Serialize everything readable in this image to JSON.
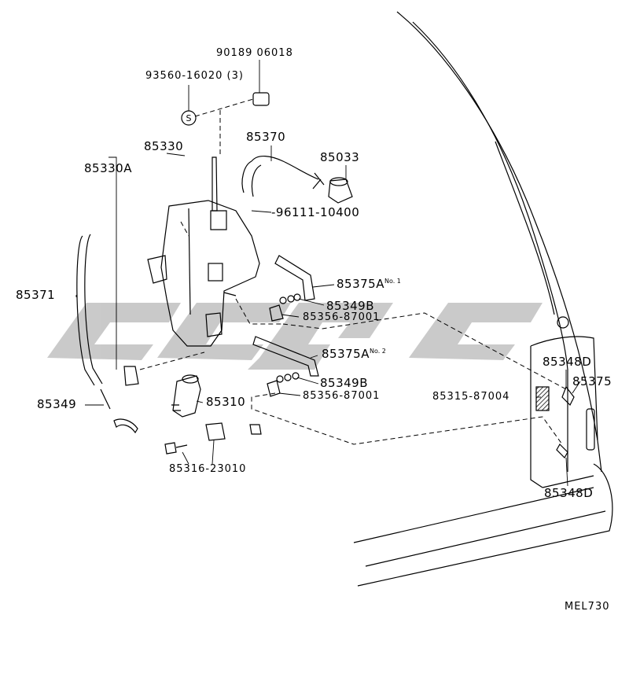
{
  "diagram": {
    "code": "MEL730",
    "parts": [
      {
        "id": "p1",
        "number": "90189 06018"
      },
      {
        "id": "p2",
        "number": "93560-16020 (3)"
      },
      {
        "id": "p3",
        "number": "85330"
      },
      {
        "id": "p4",
        "number": "85330A"
      },
      {
        "id": "p5",
        "number": "85370"
      },
      {
        "id": "p6",
        "number": "85033"
      },
      {
        "id": "p7",
        "number": "-96111-10400"
      },
      {
        "id": "p8",
        "number": "85375A",
        "note": "No. 1"
      },
      {
        "id": "p9",
        "number": "85349B"
      },
      {
        "id": "p10",
        "number": "85356-87001"
      },
      {
        "id": "p11",
        "number": "85375A",
        "note": "No. 2"
      },
      {
        "id": "p12",
        "number": "85349B"
      },
      {
        "id": "p13",
        "number": "85356-87001"
      },
      {
        "id": "p14",
        "number": "85371"
      },
      {
        "id": "p15",
        "number": "85349"
      },
      {
        "id": "p16",
        "number": "85310"
      },
      {
        "id": "p17",
        "number": "85316-23010"
      },
      {
        "id": "p18",
        "number": "85348D"
      },
      {
        "id": "p19",
        "number": "85375"
      },
      {
        "id": "p20",
        "number": "85315-87004"
      },
      {
        "id": "p21",
        "number": "85348D"
      }
    ],
    "symbol": "S"
  },
  "colors": {
    "line": "#000000",
    "watermark": "#c4c4c4"
  }
}
